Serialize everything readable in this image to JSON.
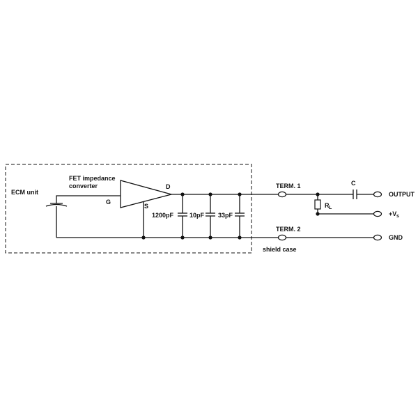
{
  "labels": {
    "ecm_unit": "ECM unit",
    "fet_line1": "FET impedance",
    "fet_line2": "converter",
    "gate": "G",
    "drain": "D",
    "source": "S",
    "cap1": "1200pF",
    "cap2": "10pF",
    "cap3": "33pF",
    "term1": "TERM. 1",
    "term2": "TERM. 2",
    "shield": "shield case",
    "coupling_cap": "C",
    "resistor_main": "R",
    "resistor_sub": "L",
    "output": "OUTPUT",
    "supply_prefix": "+V",
    "supply_sub": "s",
    "ground": "GND"
  }
}
